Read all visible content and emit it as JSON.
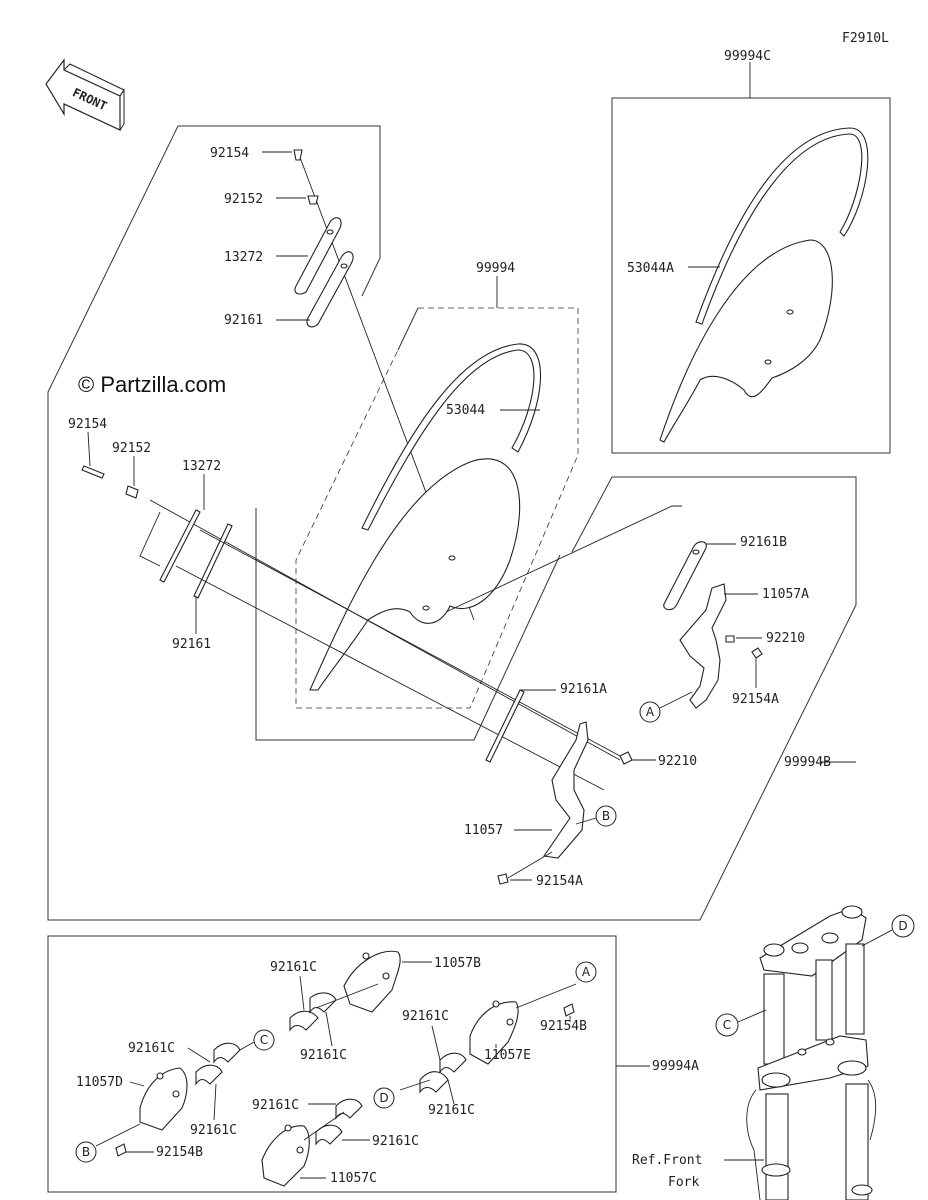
{
  "figure_code": "F2910L",
  "watermark": "© Partzilla.com",
  "front_arrow_label": "FRONT",
  "ref_note_line1": "Ref.Front",
  "ref_note_line2": "Fork",
  "callouts": {
    "a": "A",
    "b": "B",
    "c": "C",
    "d": "D"
  },
  "parts": {
    "p99994C": "99994C",
    "p53044A": "53044A",
    "p92154_top": "92154",
    "p92152_top": "92152",
    "p13272_top": "13272",
    "p92161_top": "92161",
    "p99994": "99994",
    "p53044": "53044",
    "p92154_left": "92154",
    "p92152_left": "92152",
    "p13272_left": "13272",
    "p92161_left": "92161",
    "p92161B": "92161B",
    "p11057A": "11057A",
    "p92210_right": "92210",
    "p92154A_right": "92154A",
    "p92161A": "92161A",
    "p92210": "92210",
    "p99994B": "99994B",
    "p11057": "11057",
    "p92154A": "92154A",
    "p92161C_1": "92161C",
    "p11057B": "11057B",
    "p92161C_2": "92161C",
    "p92161C_3": "92161C",
    "p92154B_right": "92154B",
    "p11057E": "11057E",
    "p92161C_4": "92161C",
    "p99994A": "99994A",
    "p92161C_5": "92161C",
    "p11057D": "11057D",
    "p92161C_6": "92161C",
    "p92161C_7": "92161C",
    "p92161C_8": "92161C",
    "p92154B": "92154B",
    "p11057C": "11057C"
  }
}
